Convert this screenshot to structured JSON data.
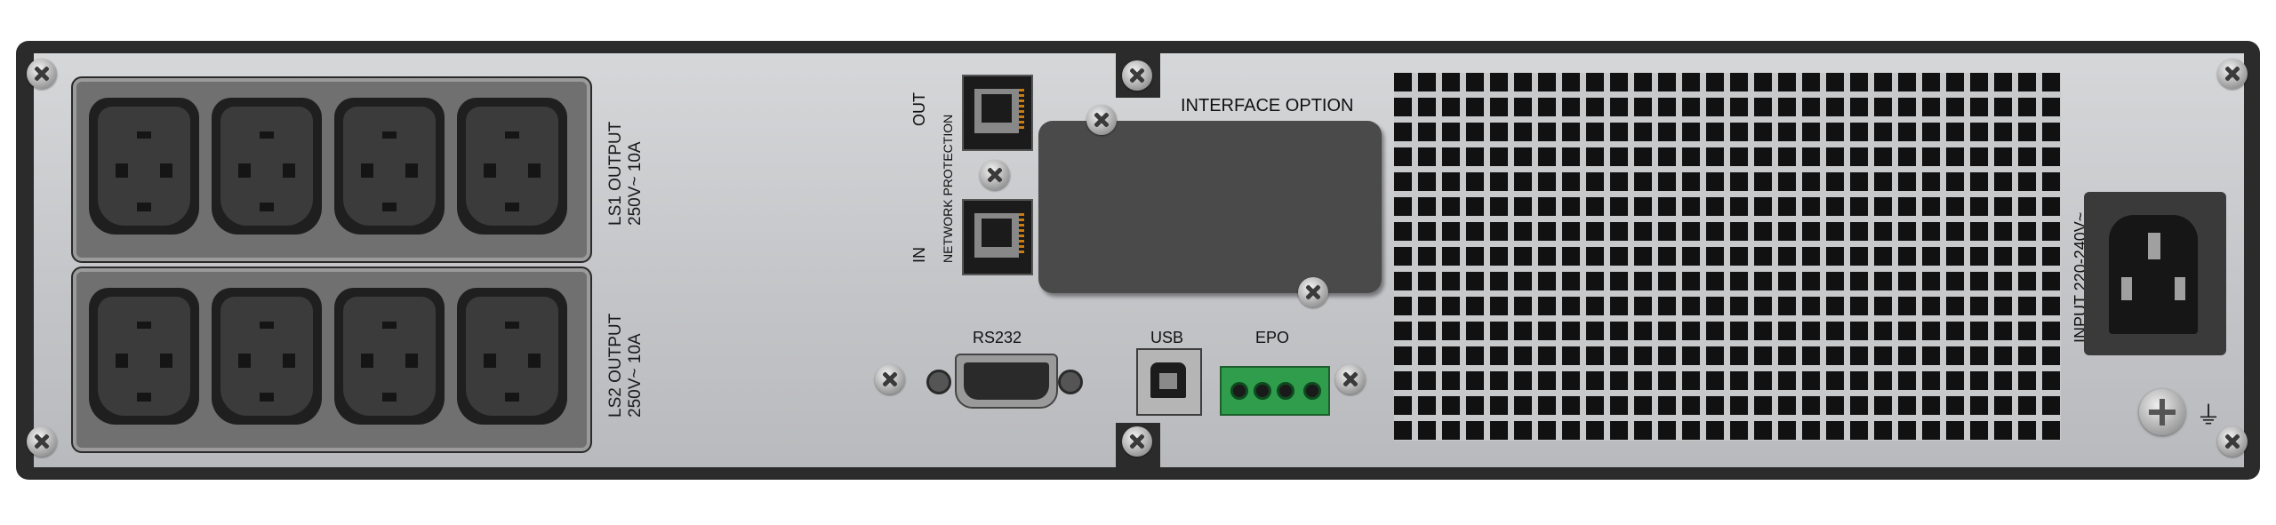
{
  "outputs": {
    "ls1_line1": "LS1 OUTPUT",
    "ls1_line2": "250V~ 10A",
    "ls2_line1": "LS2 OUTPUT",
    "ls2_line2": "250V~ 10A"
  },
  "network": {
    "out_label": "OUT",
    "in_label": "IN",
    "protection_label": "NETWORK PROTECTION"
  },
  "interface_option_label": "INTERFACE  OPTION",
  "ports": {
    "rs232_label": "RS232",
    "usb_label": "USB",
    "epo_label": "EPO"
  },
  "input_label": "INPUT 220-240V~",
  "ground_symbol": "⏚",
  "colors": {
    "epo_connector": "#2f9d4c",
    "rj45_pins": "#c97b14"
  }
}
